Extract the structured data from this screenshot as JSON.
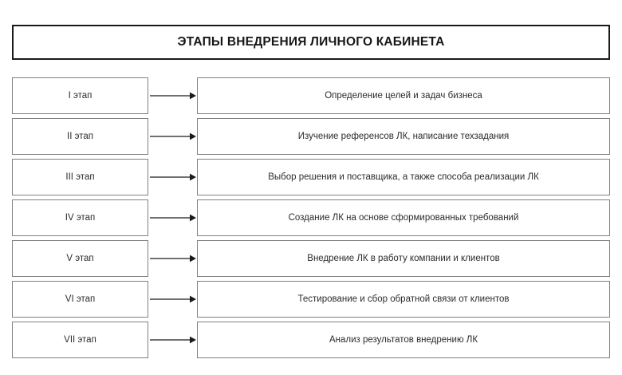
{
  "title": {
    "text": "ЭТАПЫ ВНЕДРЕНИЯ ЛИЧНОГО КАБИНЕТА"
  },
  "colors": {
    "background": "#ffffff",
    "title_border": "#1a1a1a",
    "box_border": "#808080",
    "text": "#2b2b2b",
    "arrow": "#1a1a1a"
  },
  "rows": [
    {
      "stage": "I этап",
      "description": "Определение целей и задач бизнеса",
      "connector": "arrow-right-icon"
    },
    {
      "stage": "II этап",
      "description": "Изучение референсов ЛК, написание техзадания",
      "connector": "arrow-right-icon"
    },
    {
      "stage": "III этап",
      "description": "Выбор решения и поставщика, а также способа реализации ЛК",
      "connector": "arrow-right-icon"
    },
    {
      "stage": "IV этап",
      "description": "Создание ЛК на основе сформированных требований",
      "connector": "arrow-right-icon"
    },
    {
      "stage": "V этап",
      "description": "Внедрение ЛК в работу компании и клиентов",
      "connector": "arrow-right-icon"
    },
    {
      "stage": "VI этап",
      "description": "Тестирование и сбор обратной связи от клиентов",
      "connector": "arrow-right-icon"
    },
    {
      "stage": "VII этап",
      "description": "Анализ результатов внедрению ЛК",
      "connector": "arrow-right-icon"
    }
  ]
}
